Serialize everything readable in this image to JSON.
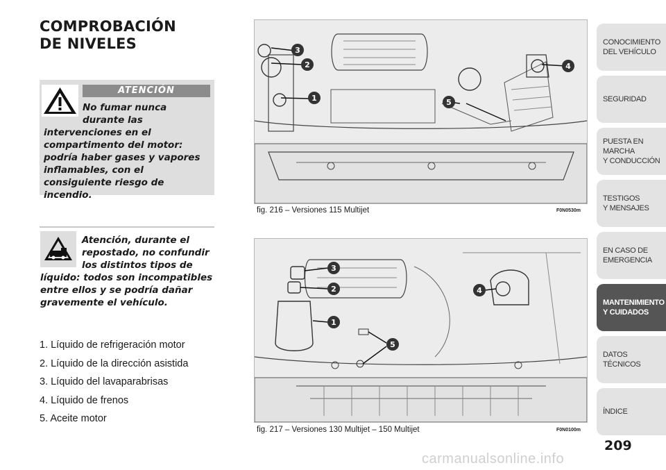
{
  "section_title_line1": "COMPROBACIÓN",
  "section_title_line2": "DE NIVELES",
  "warning": {
    "header": "ATENCIÓN",
    "line1": "No fumar nunca",
    "line2": "durante las",
    "rest": "intervenciones en el compartimento del motor: podría haber gases y vapores inflamables, con el consiguiente riesgo de incendio."
  },
  "note": {
    "line1": "Atención, durante el",
    "line2": "repostado, no confundir",
    "line3": "los distintos tipos de",
    "rest": "líquido: todos son incompatibles entre ellos y se podría dañar gravemente el vehículo."
  },
  "fluids": [
    "1. Líquido de refrigeración motor",
    "2. Líquido de la dirección asistida",
    "3. Líquido del lavaparabrisas",
    "4. Líquido de frenos",
    "5. Aceite motor"
  ],
  "figures": [
    {
      "caption": "fig. 216 – Versiones 115 Multijet",
      "code": "F0N0530m",
      "markers": [
        "1",
        "2",
        "3",
        "4",
        "5"
      ]
    },
    {
      "caption": "fig. 217 – Versiones 130 Multijet – 150 Multijet",
      "code": "F0N0100m",
      "markers": [
        "1",
        "2",
        "3",
        "4",
        "5"
      ]
    }
  ],
  "tabs": [
    {
      "label": "CONOCIMIENTO\nDEL VEHÍCULO",
      "active": false
    },
    {
      "label": "SEGURIDAD",
      "active": false
    },
    {
      "label": "PUESTA EN\nMARCHA\nY CONDUCCIÓN",
      "active": false
    },
    {
      "label": "TESTIGOS\nY MENSAJES",
      "active": false
    },
    {
      "label": "EN CASO DE\nEMERGENCIA",
      "active": false
    },
    {
      "label": "MANTENIMIENTO\nY CUIDADOS",
      "active": true
    },
    {
      "label": "DATOS\nTÉCNICOS",
      "active": false
    },
    {
      "label": "ÍNDICE",
      "active": false
    }
  ],
  "page_number": "209",
  "watermark": "carmanualsonline.info",
  "colors": {
    "tab_bg": "#e3e3e3",
    "tab_active_bg": "#555555",
    "box_bg": "#dedede",
    "badge": "#333333"
  }
}
